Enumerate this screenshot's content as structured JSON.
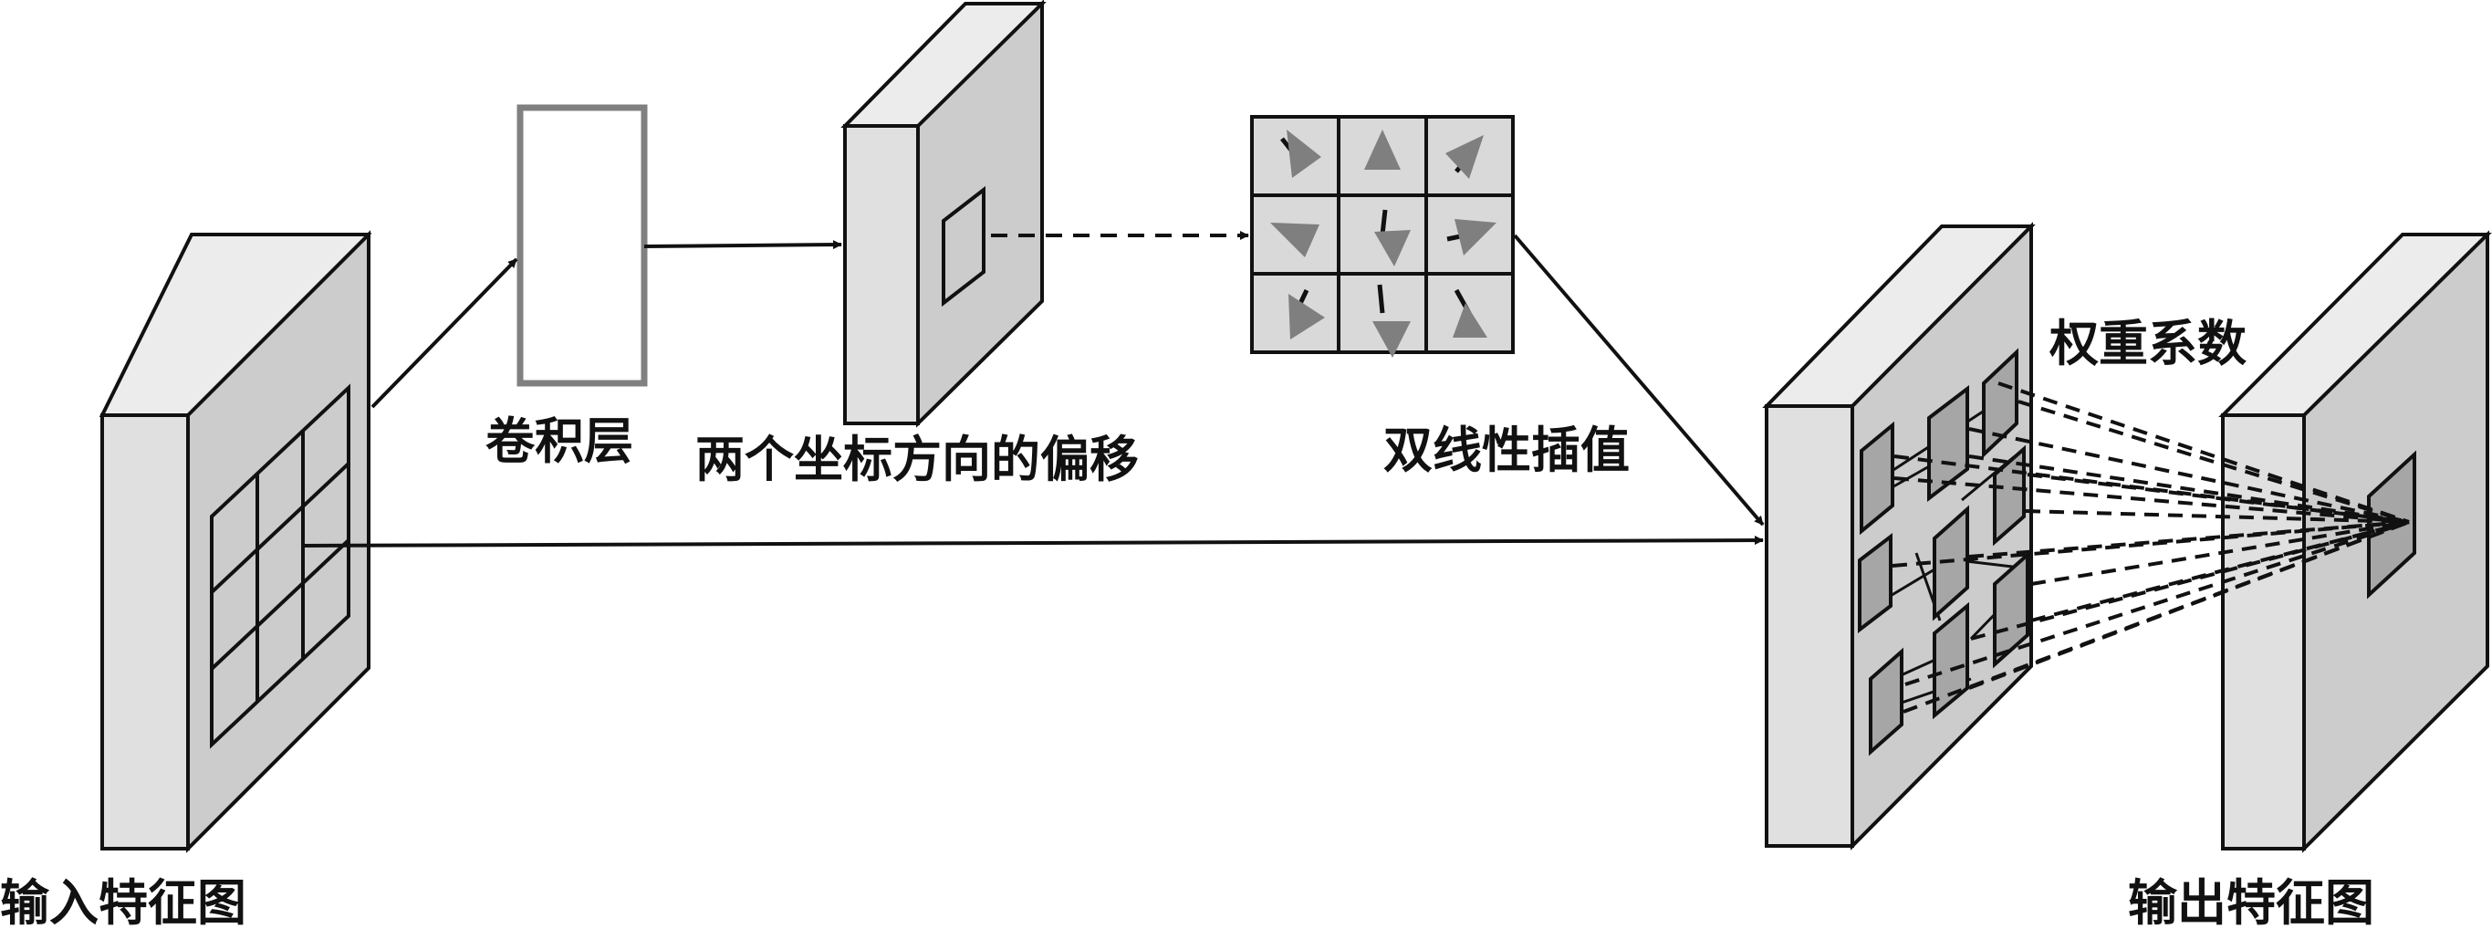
{
  "labels": {
    "input_feature_map": "输入特征图",
    "conv_layer": "卷积层",
    "offsets": "两个坐标方向的偏移",
    "bilinear_interpolation": "双线性插值",
    "weight_coefficients": "权重系数",
    "output_feature_map": "输出特征图"
  },
  "colors": {
    "box_front": "#e0e0e0",
    "box_side": "#cccccc",
    "box_top": "#ececec",
    "sample_fill": "#a6a6a6",
    "arrow_gray": "#7f7f7f",
    "conv_border": "#808080",
    "line": "#111111"
  }
}
